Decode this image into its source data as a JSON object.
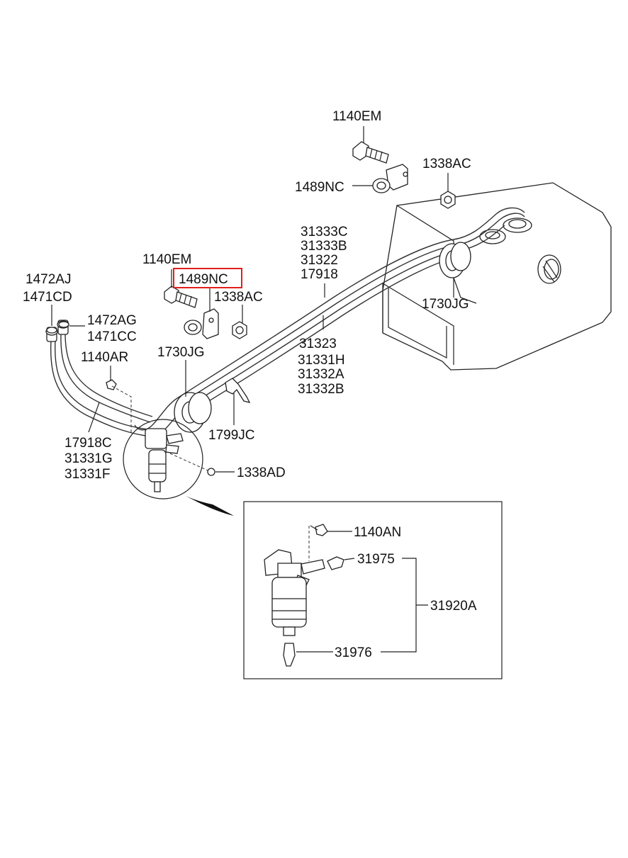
{
  "labels": {
    "top_bolt": "1140EM",
    "top_bracket": "1489NC",
    "top_nut": "1338AC",
    "pipe_group_upper": [
      "31333C",
      "31333B",
      "31322",
      "17918"
    ],
    "grommet_right": "1730JG",
    "mid_bolt": "1140EM",
    "mid_bracket": "1489NC",
    "mid_nut": "1338AC",
    "cap_left_top": [
      "1472AJ",
      "1471CD"
    ],
    "cap_left_mid": [
      "1472AG",
      "1471CC"
    ],
    "small_bolt": "1140AR",
    "grommet_left": "1730JG",
    "pipe_group_lower": [
      "31323",
      "31331H",
      "31332A",
      "31332B"
    ],
    "clip": "1799JC",
    "hose_group": [
      "17918C",
      "31331G",
      "31331F"
    ],
    "small_nut": "1338AD",
    "detail_bolt": "1140AN",
    "detail_fitting_top": "31975",
    "detail_assembly": "31920A",
    "detail_fitting_bottom": "31976"
  },
  "highlight": {
    "target": "mid_bracket",
    "color": "#e0201b"
  }
}
